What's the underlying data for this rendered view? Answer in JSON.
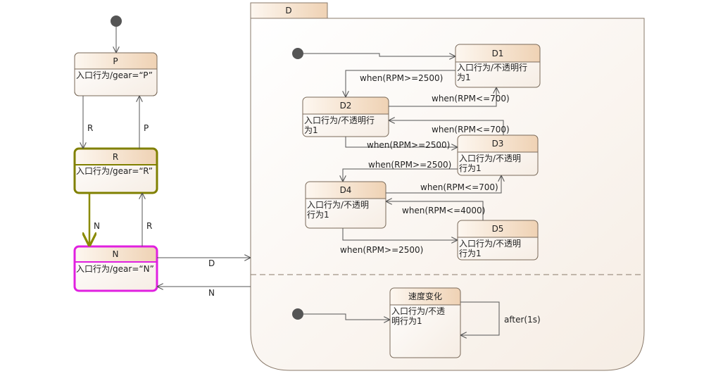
{
  "states": {
    "P": {
      "name": "P",
      "entry_lines": [
        "入口行为/gear=“P”"
      ]
    },
    "R": {
      "name": "R",
      "entry_lines": [
        "入口行为/gear=“R”"
      ]
    },
    "N": {
      "name": "N",
      "entry_lines": [
        "入口行为/gear=“N”"
      ]
    },
    "D": {
      "name": "D"
    },
    "D1": {
      "name": "D1",
      "entry_lines": [
        "入口行为/不透明行",
        "为1"
      ]
    },
    "D2": {
      "name": "D2",
      "entry_lines": [
        "入口行为/不透明行",
        "为1"
      ]
    },
    "D3": {
      "name": "D3",
      "entry_lines": [
        "入口行为/不透明",
        "行为1"
      ]
    },
    "D4": {
      "name": "D4",
      "entry_lines": [
        "入口行为/不透明",
        "行为1"
      ]
    },
    "D5": {
      "name": "D5",
      "entry_lines": [
        "入口行为/不透明",
        "行为1"
      ]
    },
    "speed": {
      "name": "速度变化",
      "entry_lines": [
        "入口行为/不透",
        "明行为1"
      ]
    }
  },
  "transitions": {
    "p_to_r": "R",
    "r_to_p": "P",
    "r_to_n": "N",
    "n_to_r": "R",
    "n_to_d": "D",
    "d_to_n": "N",
    "d1_to_d2": "when(RPM>=2500)",
    "d2_to_d1": "when(RPM<=700)",
    "d3_to_d2": "when(RPM<=700)",
    "d2_to_d3": "when(RPM>=2500)",
    "d3_to_d4": "when(RPM>=2500)",
    "d4_to_d3": "when(RPM<=700)",
    "d5_to_d4": "when(RPM<=4000)",
    "d4_to_d5": "when(RPM>=2500)",
    "speed_self": "after(1s)"
  },
  "colors": {
    "state_border": "#7a6a5a",
    "state_header": "#f2dcc6",
    "highlight_r": "#808000",
    "highlight_n": "#e020e0",
    "line": "#555555"
  }
}
